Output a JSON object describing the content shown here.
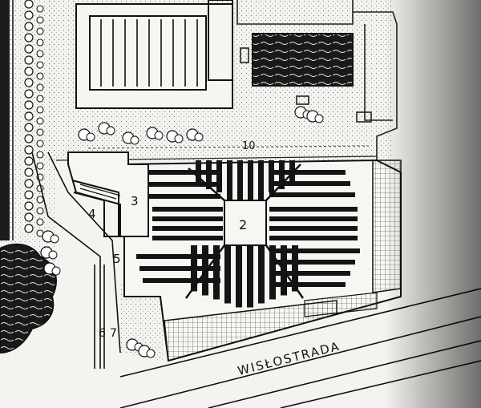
{
  "labels": {
    "n2": "2",
    "n3": "3",
    "n4": "4",
    "n5": "5",
    "n6": "6",
    "n7": "7",
    "n10": "10",
    "street": "WISŁOSTRADA"
  },
  "colors": {
    "paper": "#f4f3ef",
    "ink": "#141414",
    "shadow": "#2a2a2a"
  }
}
